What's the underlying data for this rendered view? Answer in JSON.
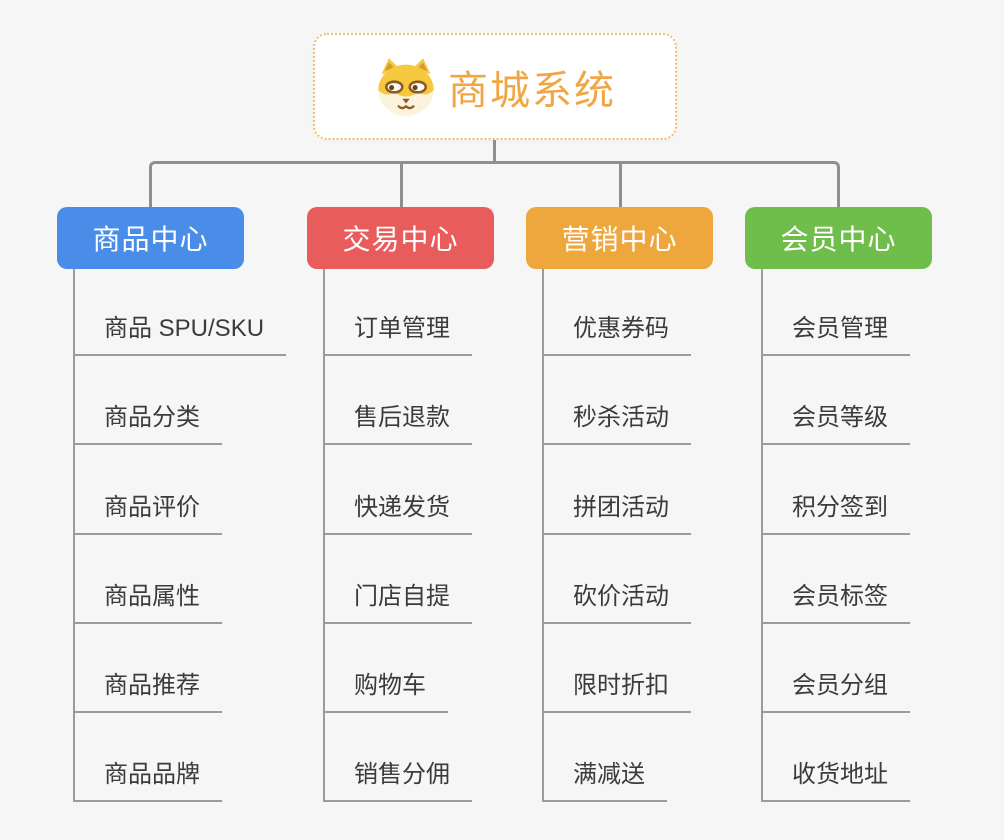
{
  "app": {
    "background_color": "#F5F6F5",
    "connector_color": "#8F8F8F",
    "leaf_line_color": "#9B9B9B"
  },
  "root": {
    "title": "商城系统",
    "icon": "dog-face-icon",
    "title_color": "#F0A644",
    "border_color": "#F4BC69"
  },
  "branches": [
    {
      "label": "商品中心",
      "color": "#4A8DE9",
      "children": [
        "商品 SPU/SKU",
        "商品分类",
        "商品评价",
        "商品属性",
        "商品推荐",
        "商品品牌"
      ]
    },
    {
      "label": "交易中心",
      "color": "#E85C5C",
      "children": [
        "订单管理",
        "售后退款",
        "快递发货",
        "门店自提",
        "购物车",
        "销售分佣"
      ]
    },
    {
      "label": "营销中心",
      "color": "#EEA73C",
      "children": [
        "优惠券码",
        "秒杀活动",
        "拼团活动",
        "砍价活动",
        "限时折扣",
        "满减送"
      ]
    },
    {
      "label": "会员中心",
      "color": "#6FBE4B",
      "children": [
        "会员管理",
        "会员等级",
        "积分签到",
        "会员标签",
        "会员分组",
        "收货地址"
      ]
    }
  ]
}
